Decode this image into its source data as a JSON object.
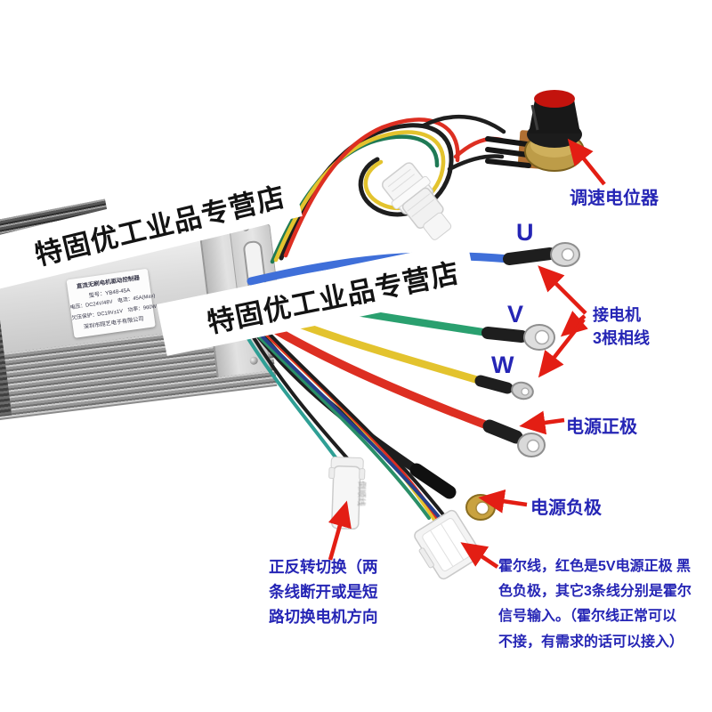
{
  "watermark": {
    "text": "特固优工业品专营店"
  },
  "device": {
    "label": {
      "line1": "直流无刷电机驱动控制器",
      "line2": "型号：YB48-45A",
      "line3": "电压：DC24V/48V　电流：45A(Max)",
      "line4": "欠压保护：DC19V±1V　功率：960W",
      "line5": "深圳市翔艺电子有限公司"
    },
    "reverse_connector_tag": "倒顺线"
  },
  "annotations": {
    "potentiometer": "调速电位器",
    "phase_u": "U",
    "phase_v": "V",
    "phase_w": "W",
    "motor_phase": {
      "line1": "接电机",
      "line2": "3根相线"
    },
    "power_positive": "电源正极",
    "power_negative": "电源负极",
    "reverse_switch": {
      "line1": "正反转切换（两",
      "line2": "条线断开或是短",
      "line3": "路切换电机方向"
    },
    "hall_note": {
      "line1": "霍尔线，红色是5V电源正极 黑",
      "line2": "色负极，其它3条线分别是霍尔",
      "line3": "信号输入。（霍尔线正常可以",
      "line4": "不接，有需求的话可以接入）"
    }
  },
  "colors": {
    "annotation_text": "#2525b5",
    "arrow": "#e31e14",
    "wire_blue": "#3f6fd9",
    "wire_green": "#2aa06f",
    "wire_yellow": "#e3c32e",
    "wire_red": "#dd2f22",
    "wire_black": "#1e1e1e",
    "wire_teal": "#2f9f95",
    "ring_silver": "#d9d9d9",
    "ring_gold": "#c9a23f",
    "knob_red": "#c3130d",
    "pot_brass": "#bd9c48"
  }
}
